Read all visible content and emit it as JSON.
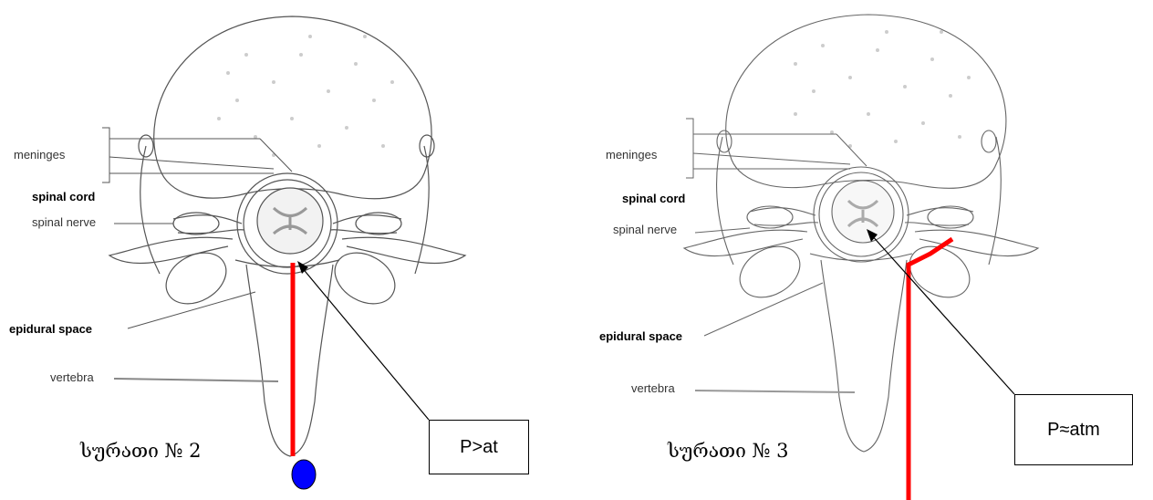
{
  "left_figure": {
    "labels": {
      "meninges": "meninges",
      "spinal_cord": "spinal cord",
      "spinal_nerve": "spinal nerve",
      "epidural_space": "epidural space",
      "vertebra": "vertebra"
    },
    "caption": "სურათი № 2",
    "pressure_label": "P>at",
    "needle_color": "#ff0000",
    "drop_color": "#0000ff"
  },
  "right_figure": {
    "labels": {
      "meninges": "meninges",
      "spinal_cord": "spinal cord",
      "spinal_nerve": "spinal nerve",
      "epidural_space": "epidural space",
      "vertebra": "vertebra"
    },
    "caption": "სურათი № 3",
    "pressure_label": "P≈atm",
    "needle_color": "#ff0000"
  }
}
